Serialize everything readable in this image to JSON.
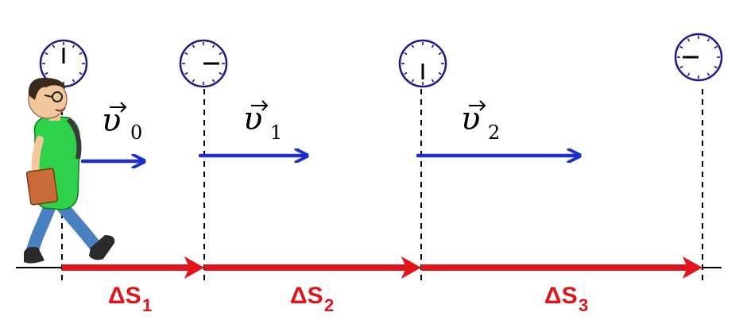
{
  "colors": {
    "velocity_arrow": "#1f2fcc",
    "displacement_arrow": "#e0141a",
    "clock_stroke": "#1a1a8c",
    "dashed_line": "#000000",
    "ground_line": "#000000"
  },
  "velocities": [
    {
      "symbol": "υ",
      "subscript": "0"
    },
    {
      "symbol": "υ",
      "subscript": "1"
    },
    {
      "symbol": "υ",
      "subscript": "2"
    }
  ],
  "displacements": [
    {
      "delta": "ΔS",
      "subscript": "1"
    },
    {
      "delta": "ΔS",
      "subscript": "2"
    },
    {
      "delta": "ΔS",
      "subscript": "3"
    }
  ],
  "clocks": [
    {
      "icon": "clock-icon",
      "hand": "12 o'clock"
    },
    {
      "icon": "clock-icon",
      "hand": "3 o'clock"
    },
    {
      "icon": "clock-icon",
      "hand": "6 o'clock"
    },
    {
      "icon": "clock-icon",
      "hand": "9 o'clock"
    }
  ],
  "figure": {
    "icon": "walking-man-icon"
  }
}
